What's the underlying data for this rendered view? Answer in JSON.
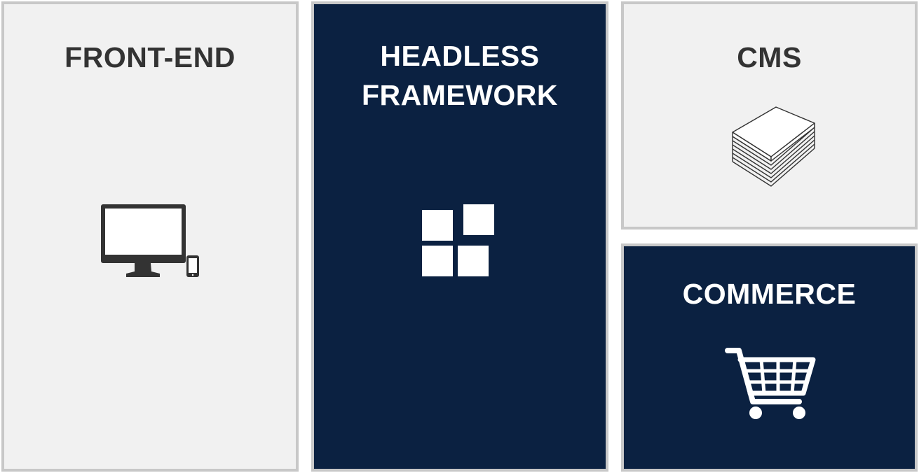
{
  "panels": {
    "frontend": {
      "title": "FRONT-END",
      "icon": "monitor-and-phone-icon"
    },
    "headless": {
      "title_line1": "HEADLESS",
      "title_line2": "FRAMEWORK",
      "icon": "framework-blocks-icon"
    },
    "cms": {
      "title": "CMS",
      "icon": "paper-stack-icon"
    },
    "commerce": {
      "title": "COMMERCE",
      "icon": "shopping-cart-icon"
    }
  },
  "colors": {
    "light_panel": "#f1f1f1",
    "dark_panel": "#0b2141",
    "panel_border": "#c8c8c8",
    "dark_text": "#333333",
    "light_text": "#ffffff"
  }
}
